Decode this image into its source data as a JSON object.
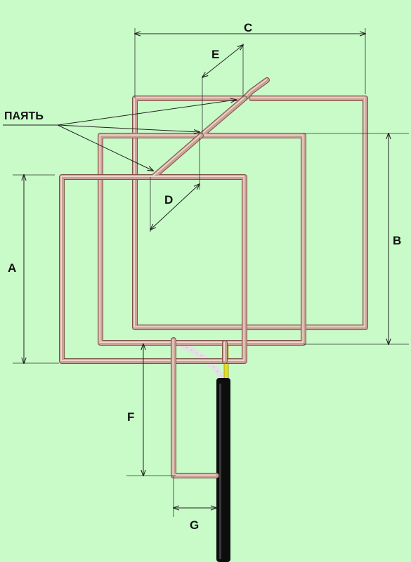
{
  "labels": {
    "solder": "ПАЯТЬ",
    "a": "A",
    "b": "B",
    "c": "C",
    "d": "D",
    "e": "E",
    "f": "F",
    "g": "G"
  },
  "colors": {
    "background": "#c8fbc8",
    "wire": "#c9a195",
    "wire_edge": "#7d5247",
    "wire_highlight": "#f1d9d1",
    "cable": "#0d0d0d",
    "insulation_white": "#e2e2e2",
    "insulation_yellow": "#e6dc2a",
    "dimension_line": "#222222"
  }
}
